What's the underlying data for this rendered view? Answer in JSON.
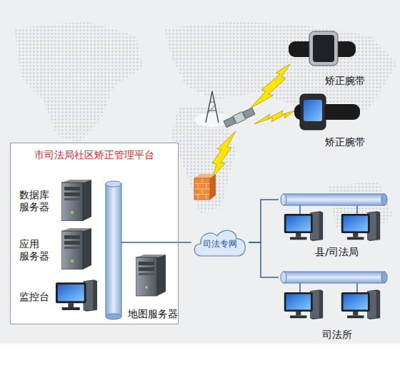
{
  "diagram": {
    "nodes": [
      {
        "text": [
          "矫正腕带"
        ]
      },
      {
        "text": [
          "矫正腕带"
        ]
      },
      {
        "text": [
          "市司法局社区矫正管理平台"
        ]
      },
      {
        "text": [
          "数据库 服务器"
        ],
        "in": 2
      },
      {
        "text": [
          "应用 服务器"
        ],
        "in": 2
      },
      {
        "text": [
          "监控台"
        ],
        "in": 2
      },
      {
        "text": [
          "地图服务器"
        ],
        "in": 2
      },
      {
        "text": [
          "司法专网"
        ]
      },
      {
        "text": [
          "县/司法局"
        ]
      },
      {
        "text": [
          "司法所"
        ]
      }
    ],
    "edges": [
      {
        "from": 2,
        "to": 7,
        "arrow": "none"
      },
      {
        "from": 7,
        "to": 8,
        "arrow": "none"
      },
      {
        "from": 7,
        "to": 9,
        "arrow": "none"
      }
    ]
  }
}
